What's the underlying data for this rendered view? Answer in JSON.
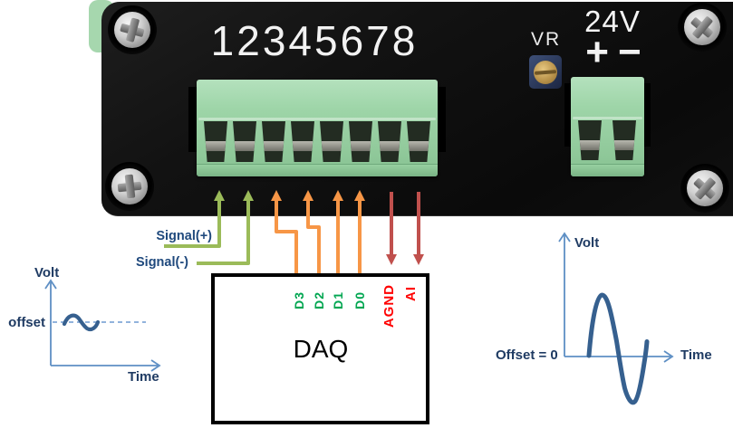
{
  "device_panel": {
    "pin_numbers": "12345678",
    "vr_label": "VR",
    "power_label": "24V",
    "power_plus": "+",
    "power_minus": "−"
  },
  "wiring": {
    "signal_plus": "Signal(+)",
    "signal_minus": "Signal(-)"
  },
  "daq": {
    "title": "DAQ",
    "digital_pins": [
      {
        "label": "D3"
      },
      {
        "label": "D2"
      },
      {
        "label": "D1"
      },
      {
        "label": "D0"
      }
    ],
    "analog_pins": [
      {
        "label": "AGND"
      },
      {
        "label": "AI"
      }
    ]
  },
  "left_chart": {
    "y_axis_label": "Volt",
    "x_axis_label": "Time",
    "annotation": "offset"
  },
  "right_chart": {
    "y_axis_label": "Volt",
    "x_axis_label": "Time",
    "annotation": "Offset = 0"
  },
  "colors": {
    "signal_wire_green": "#9BBB59",
    "digital_wire_orange": "#F79646",
    "analog_wire_red": "#C0504D",
    "digital_pin_label_green": "#00A651",
    "analog_pin_label_red": "#FF0000",
    "diagram_label_navy": "#1F497D",
    "waveform_blue": "#36608F",
    "axis_blue": "#5E8FC4",
    "terminal_block_green": "#9DD4A7"
  }
}
